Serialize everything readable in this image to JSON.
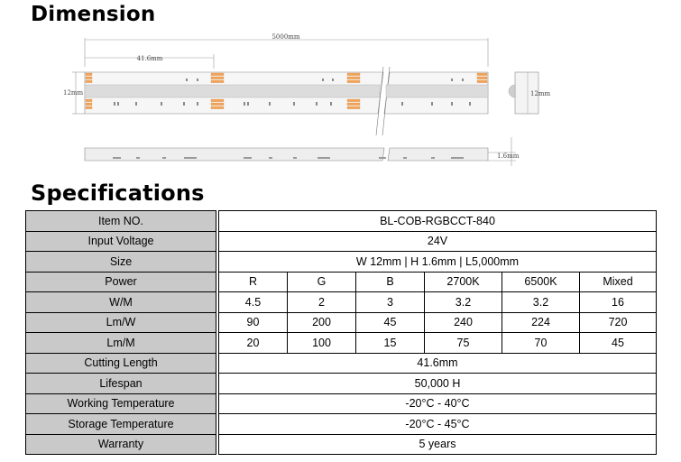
{
  "headings": {
    "dimension": "Dimension",
    "specifications": "Specifications"
  },
  "drawing": {
    "total_length": "5000mm",
    "segment_length": "41.6mm",
    "width_left": "12mm",
    "width_right": "12mm",
    "height": "1.6mm"
  },
  "specs": {
    "item_no": {
      "label": "Item NO.",
      "value": "BL-COB-RGBCCT-840"
    },
    "input_voltage": {
      "label": "Input Voltage",
      "value": "24V"
    },
    "size": {
      "label": "Size",
      "value": "W 12mm | H 1.6mm | L5,000mm"
    },
    "power": {
      "label": "Power",
      "columns": [
        "R",
        "G",
        "B",
        "2700K",
        "6500K",
        "Mixed"
      ]
    },
    "wm": {
      "label": "W/M",
      "values": [
        "4.5",
        "2",
        "3",
        "3.2",
        "3.2",
        "16"
      ]
    },
    "lmw": {
      "label": "Lm/W",
      "values": [
        "90",
        "200",
        "45",
        "240",
        "224",
        "720"
      ]
    },
    "lmm": {
      "label": "Lm/M",
      "values": [
        "20",
        "100",
        "15",
        "75",
        "70",
        "45"
      ]
    },
    "cutting_length": {
      "label": "Cutting Length",
      "value": "41.6mm"
    },
    "lifespan": {
      "label": "Lifespan",
      "value": "50,000 H"
    },
    "working_temperature": {
      "label": "Working Temperature",
      "value": "-20°C - 40°C"
    },
    "storage_temperature": {
      "label": "Storage Temperature",
      "value": "-20°C - 45°C"
    },
    "warranty": {
      "label": "Warranty",
      "value": "5 years"
    }
  },
  "colors": {
    "label_bg": "#c9c9c9",
    "pad": "#f2a55a",
    "strip_fill": "#eeeeee"
  }
}
